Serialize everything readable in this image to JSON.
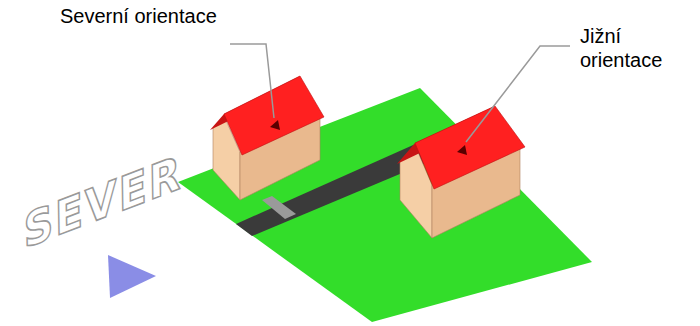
{
  "diagram": {
    "labels": [
      "Severní orientace",
      "Jižní orientace",
      "SEVER"
    ]
  }
}
